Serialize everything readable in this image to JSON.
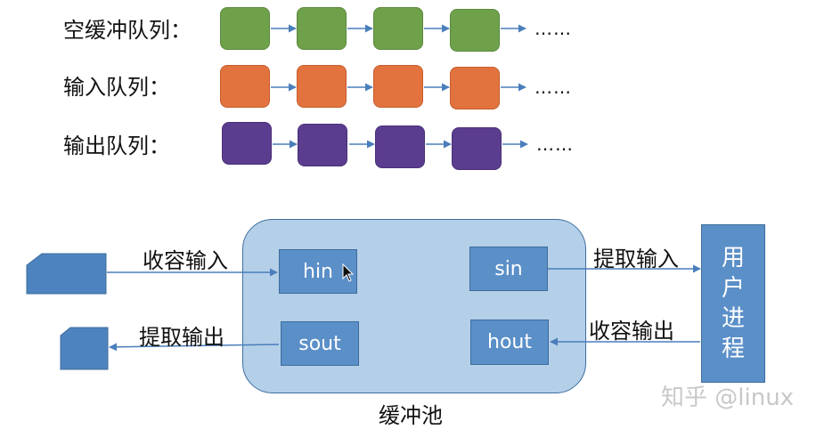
{
  "queues": [
    {
      "label": "空缓冲队列：",
      "color": "#6fa14b"
    },
    {
      "label": "输入队列：",
      "color": "#e2733f"
    },
    {
      "label": "输出队列：",
      "color": "#5b3d90"
    }
  ],
  "ellipsis": "……",
  "pool": {
    "caption": "缓冲池",
    "buffers": {
      "hin": "hin",
      "sin": "sin",
      "sout": "sout",
      "hout": "hout"
    }
  },
  "flows": {
    "collect_input": "收容输入",
    "extract_input": "提取输入",
    "extract_output": "提取输出",
    "collect_output": "收容输出"
  },
  "process": {
    "chars": [
      "用",
      "户",
      "进",
      "程"
    ]
  },
  "watermark": "知乎 @linux"
}
